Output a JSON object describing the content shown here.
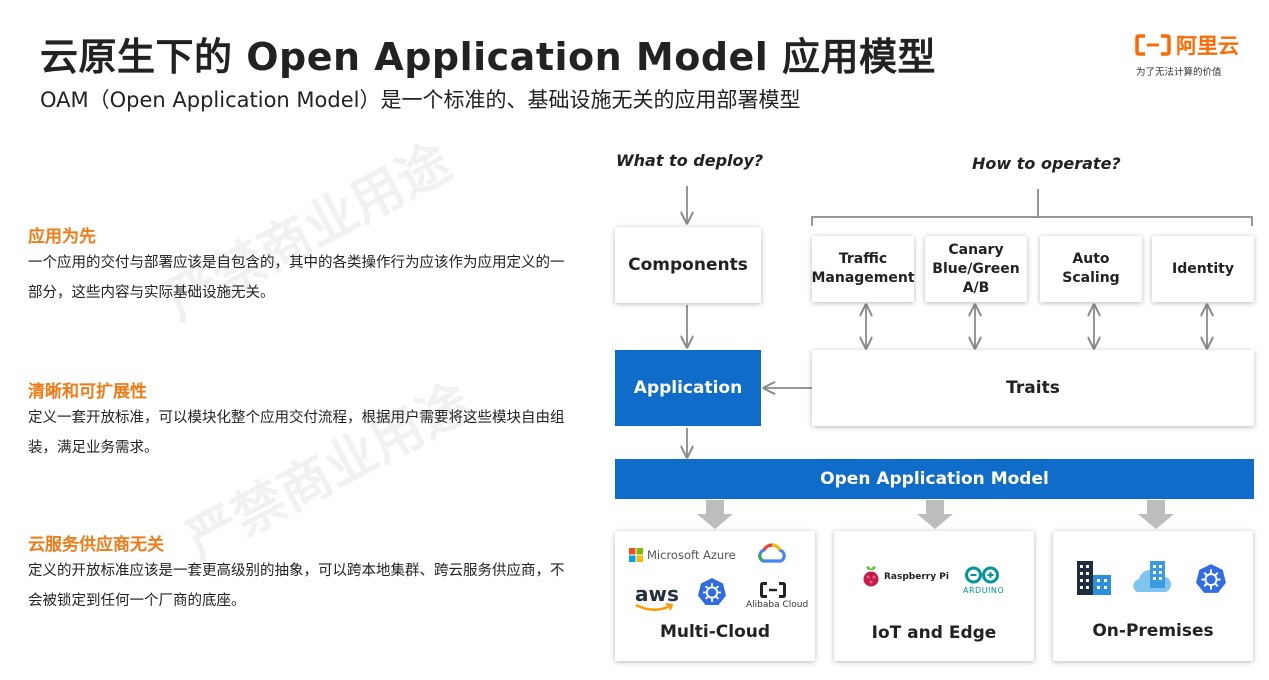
{
  "header": {
    "title": "云原生下的 Open Application Model 应用模型",
    "subtitle": "OAM（Open Application Model）是一个标准的、基础设施无关的应用部署模型"
  },
  "logo": {
    "name": "阿里云",
    "slogan": "为了无法计算的价值",
    "color": "#ff6a00"
  },
  "watermark": "严禁商业用途",
  "sections": [
    {
      "heading": "应用为先",
      "body": "一个应用的交付与部署应该是自包含的，其中的各类操作行为应该作为应用定义的一部分，这些内容与实际基础设施无关。"
    },
    {
      "heading": "清晰和可扩展性",
      "body": "定义一套开放标准，可以模块化整个应用交付流程，根据用户需要将这些模块自由组装，满足业务需求。"
    },
    {
      "heading": "云服务供应商无关",
      "body": "定义的开放标准应该是一套更高级别的抽象，可以跨本地集群、跨云服务供应商，不会被锁定到任何一个厂商的底座。"
    }
  ],
  "diagram": {
    "what_label": "What to deploy?",
    "how_label": "How to operate?",
    "components": "Components",
    "application": "Application",
    "traits": "Traits",
    "trait_items": [
      {
        "l1": "Traffic",
        "l2": "Management",
        "l3": ""
      },
      {
        "l1": "Canary",
        "l2": "Blue/Green",
        "l3": "A/B"
      },
      {
        "l1": "Auto",
        "l2": "Scaling",
        "l3": ""
      },
      {
        "l1": "Identity",
        "l2": "",
        "l3": ""
      }
    ],
    "oam_bar": "Open Application Model",
    "platforms": [
      {
        "title": "Multi-Cloud",
        "logos": {
          "azure": "Microsoft Azure",
          "aws": "aws",
          "alibaba": "Alibaba Cloud"
        }
      },
      {
        "title": "IoT and Edge",
        "logos": {
          "raspberry": "Raspberry Pi",
          "arduino": "ARDUINO"
        }
      },
      {
        "title": "On-Premises"
      }
    ]
  },
  "colors": {
    "accent_orange": "#f07a16",
    "oam_blue": "#0f6cc9",
    "kubernetes_blue": "#326ce5"
  }
}
